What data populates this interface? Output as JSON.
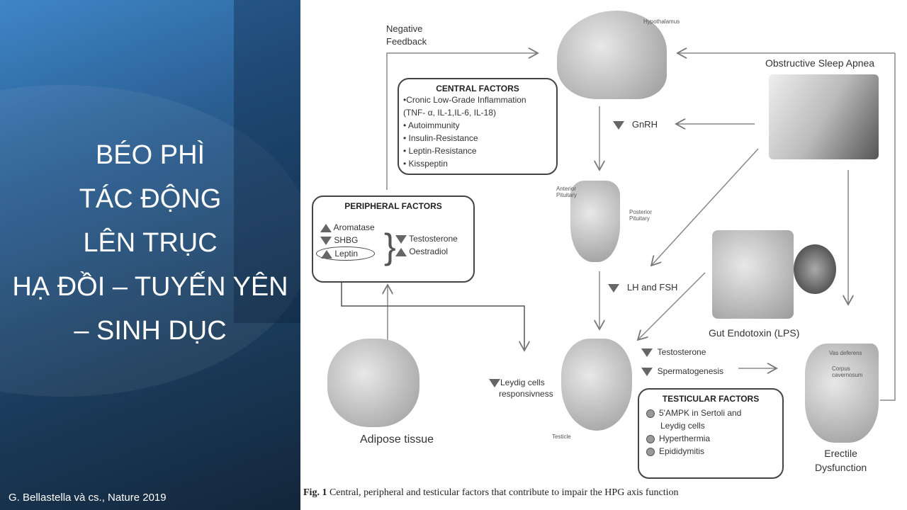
{
  "slide": {
    "title_lines": [
      "BÉO PHÌ",
      "TÁC ĐỘNG",
      "LÊN TRỤC",
      "HẠ ĐỒI – TUYẾN YÊN",
      "– SINH DỤC"
    ],
    "citation": "G. Bellastella và cs.,  Nature 2019"
  },
  "figure": {
    "negative_feedback": [
      "Negative",
      "Feedback"
    ],
    "hypothalamus": "Hypothalamus",
    "central": {
      "title": "CENTRAL FACTORS",
      "items": [
        "•Cronic Low-Grade Inflammation",
        "(TNF- α, IL-1,IL-6, IL-18)",
        "• Autoimmunity",
        "• Insulin-Resistance",
        "• Leptin-Resistance",
        "• Kisspeptin"
      ]
    },
    "peripheral": {
      "title": "PERIPHERAL FACTORS",
      "aromatase": "Aromatase",
      "shbg": "SHBG",
      "leptin": "Leptin",
      "testosterone": "Testosterone",
      "oestradiol": "Oestradiol"
    },
    "osa": "Obstructive Sleep Apnea",
    "gnrh": "GnRH",
    "anterior": [
      "Anterior",
      "Pituitary"
    ],
    "posterior": [
      "Posterior",
      "Pituitary"
    ],
    "lh_fsh": "LH and FSH",
    "gut": "Gut Endotoxin (LPS)",
    "adipose": "Adipose tissue",
    "leydig": [
      "Leydig cells",
      "responsivness"
    ],
    "testicle": "Testicle",
    "testosterone": "Testosterone",
    "spermatogenesis": "Spermatogenesis",
    "testicular": {
      "title": "TESTICULAR FACTORS",
      "items": [
        "5'AMPK in Sertoli and",
        "Leydig cells",
        "Hyperthermia",
        "Epididymitis"
      ]
    },
    "vas": "Vas deferens",
    "corpus": [
      "Corpus",
      "cavernosum"
    ],
    "ed": [
      "Erectile",
      "Dysfunction"
    ],
    "caption_bold": "Fig. 1",
    "caption": " Central, peripheral and testicular factors that contribute to impair the HPG axis function"
  }
}
